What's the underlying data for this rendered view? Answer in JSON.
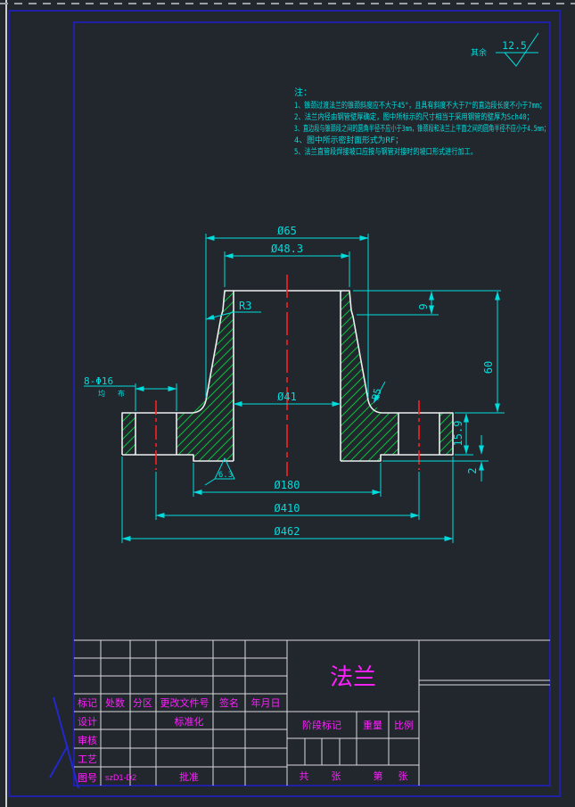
{
  "roughness_default": {
    "prefix": "其余",
    "value": "12.5"
  },
  "notes": {
    "title": "注：",
    "lines": [
      "1、锥颈过渡法兰的锥颈斜度应不大于45°，且具有斜度不大于7°的直边段长度不小于7mm；",
      "2、法兰内径由钢管壁厚确定，图中所标示的尺寸相当于采用钢管的壁厚为Sch40；",
      "3、直边段与锥颈段之间的圆角半径不应小于3mm，锥颈段和法兰上平面之间的圆角半径不应小于4.5mm；",
      "4、图中所示密封面形式为RF；",
      "5、法兰直管段焊接坡口应按与钢管对接时的坡口形式进行加工。"
    ]
  },
  "dims": {
    "top_od": "Ø65",
    "pipe_od": "Ø48.3",
    "fillet_top": "R3",
    "bolt_holes": "8-Φ16",
    "bolt_note": "均布",
    "bore": "Ø41",
    "fillet_base": "R5",
    "neck_straight": "9",
    "height": "60",
    "thickness": "15.9",
    "face_step": "2",
    "face_roughness": "6.3",
    "raised_face": "Ø180",
    "bolt_circle": "Ø410",
    "outer": "Ø462"
  },
  "title_block": {
    "part_name": "法兰",
    "header": {
      "mark": "标记",
      "count": "处数",
      "zone": "分区",
      "change_no": "更改文件号",
      "sign": "签名",
      "date": "年月日"
    },
    "rows": {
      "design": "设计",
      "standardize": "标准化",
      "check": "审核",
      "process": "工艺",
      "drawing_no_label": "图号",
      "drawing_no": "szD1-D2",
      "approve": "批准"
    },
    "stage": {
      "label": "阶段标记",
      "weight": "重量",
      "scale": "比例"
    },
    "sheets": {
      "total_prefix": "共",
      "total_unit": "张",
      "page_prefix": "第",
      "page_unit": "张"
    }
  },
  "colors": {
    "accent_cyan": "#00dcdc",
    "hatch_green": "#00c23a",
    "center_red": "#ff2020",
    "frame_blue": "#2121a8",
    "label_magenta": "#ff1fff"
  }
}
